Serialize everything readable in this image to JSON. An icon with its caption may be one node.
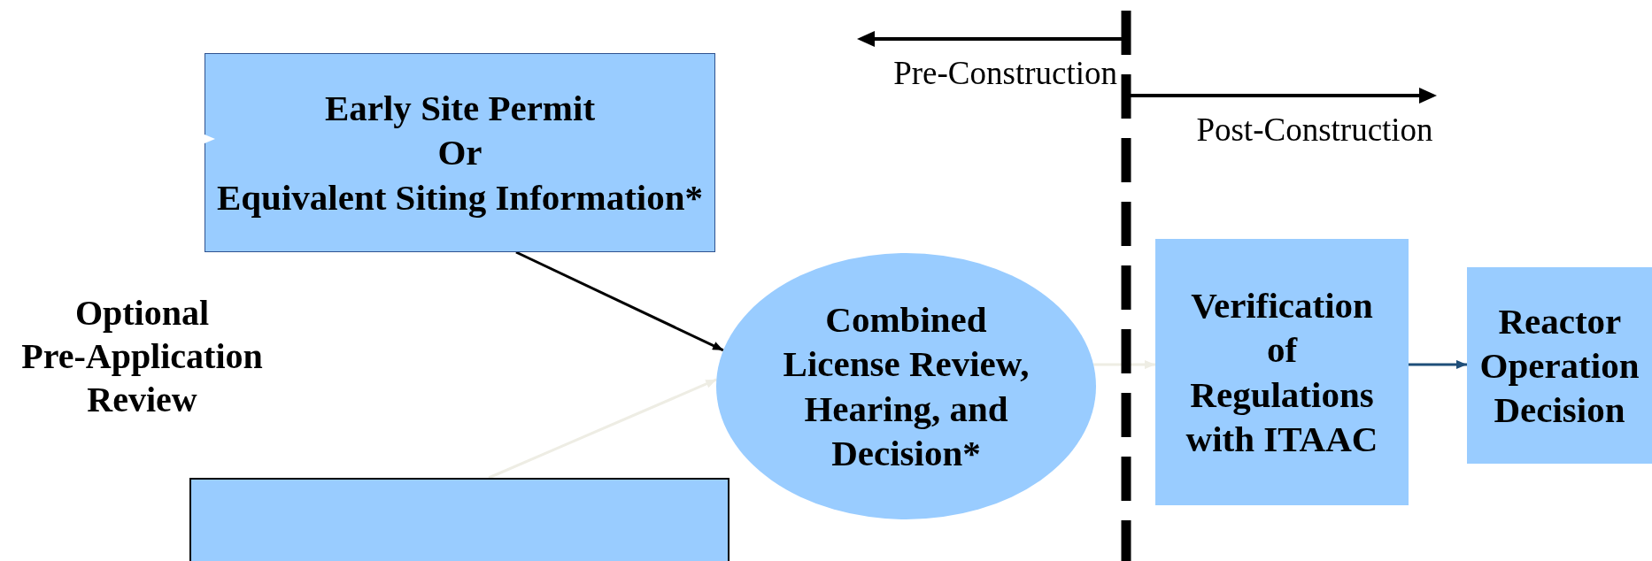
{
  "diagram": {
    "nodes": [
      {
        "text": [
          "Early Site Permit",
          "Or",
          "Equivalent Siting Information*"
        ]
      },
      {
        "text": [],
        "shape": "box"
      },
      {
        "text": [
          "Combined License Review, Hearing, and Decision*"
        ]
      },
      {
        "text": [
          "Verification of Regulations with ITAAC"
        ]
      },
      {
        "text": [
          "Reactor Operation Decision"
        ]
      }
    ],
    "edges": [
      {
        "from": null,
        "to": 0,
        "arrow": "to",
        "color": "#ffffff"
      },
      {
        "from": 0,
        "to": 2,
        "arrow": "to",
        "color": "#000000"
      },
      {
        "from": 1,
        "to": 2,
        "arrow": "to",
        "color": "#eeede4"
      },
      {
        "from": 2,
        "to": 3,
        "arrow": "to",
        "color": "#eeede4"
      },
      {
        "from": 3,
        "to": 4,
        "arrow": "to",
        "color": "#1f4e79"
      }
    ],
    "labels": [
      "Optional Pre-Application Review",
      "Pre-Construction",
      "Post-Construction"
    ]
  }
}
